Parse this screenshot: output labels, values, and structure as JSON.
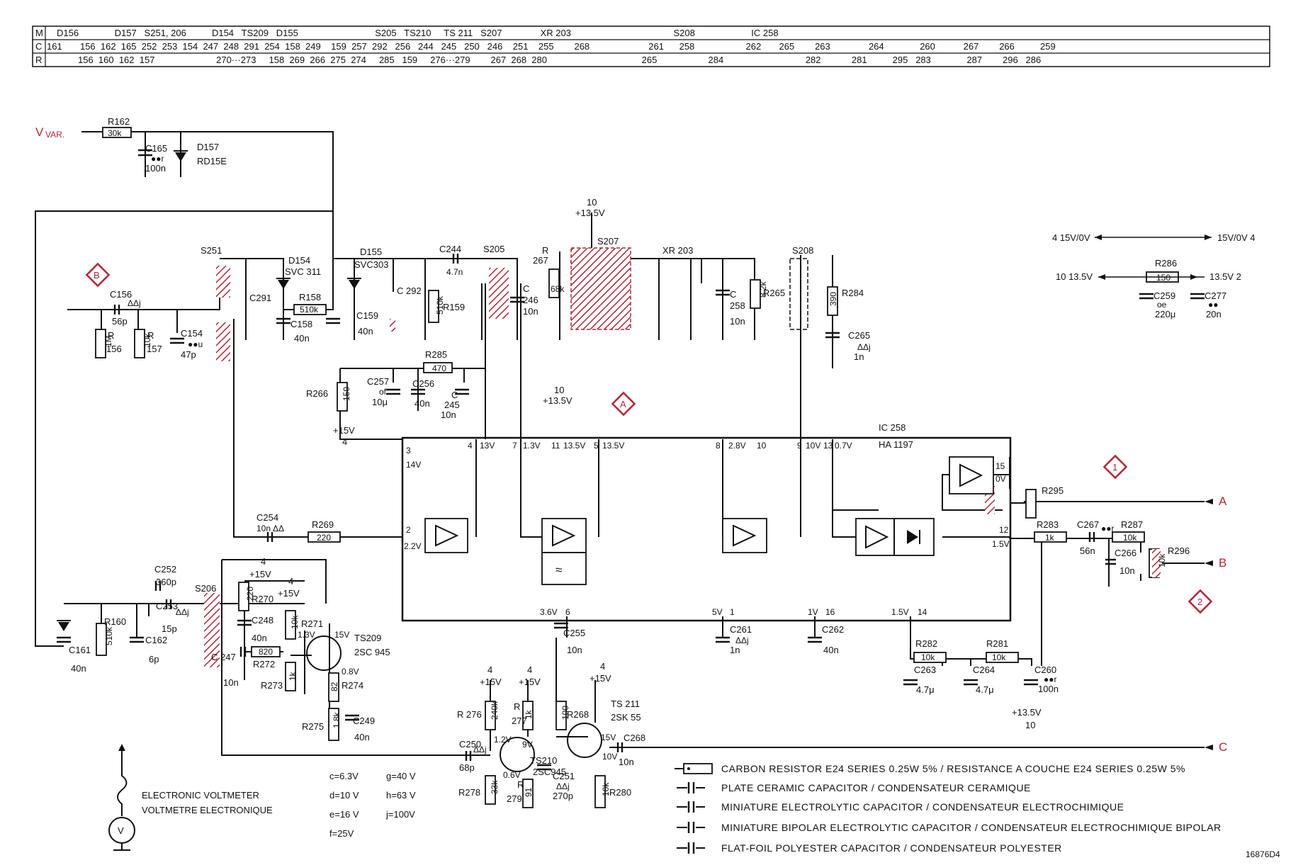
{
  "index_table": {
    "rows": [
      {
        "key": "M",
        "text": "D156              D157   S251, 206          D154   TS209   D155                              S205   TS210     TS 211   S207               XR 203                                        S208                      IC 258"
      },
      {
        "key": "C",
        "text": "161       156  162  165  252  253  154  247  248  291  254  158  249    159  257  292   256   244   245   250   246    251    255        268                       261      258                    262       265        263               264              260           267        266          259"
      },
      {
        "key": "R",
        "text": "156  160  162  157                        270···273     158  269  266  275  274     285   159     276···279        267  268  280                                     265                    284                                282            281          295   283              287        296   286"
      }
    ]
  },
  "labels": {
    "vvar": "V",
    "vvar_sub": "VAR.",
    "r162": "R162",
    "r162_val": "30k",
    "c165": "C165",
    "c165_rating": "●●r",
    "c165_val": "100n",
    "d157": "D157",
    "d157_type": "RD15E",
    "s251": "S251",
    "d154": "D154",
    "d154_type": "SVC 311",
    "d155": "D155",
    "d155_type": "SVC303",
    "c244": "C244",
    "c244_val": "4.7n",
    "s205": "S205",
    "r267": "R",
    "r267_num": "267",
    "r267_val": "68k",
    "s207": "S207",
    "supply10_a": "10",
    "supply10_a_v": "+13.5V",
    "xr203": "XR 203",
    "s208": "S208",
    "c156": "C156",
    "c156_rating": "ΔΔj",
    "c156_val": "56p",
    "c291": "C291",
    "r158": "R158",
    "r158_val": "510k",
    "c158": "C158",
    "c158_val": "40n",
    "c159": "C159",
    "c159_val": "40n",
    "c292": "C 292",
    "r159": "R159",
    "r159_val": "510k",
    "c246": "C",
    "c246_num": "246",
    "c246_val": "10n",
    "c258": "C",
    "c258_num": "258",
    "c258_val": "10n",
    "r265": "R265",
    "r265_val": "8.2k",
    "r284": "R284",
    "r284_val": "390",
    "c265": "C265",
    "c265_rating": "ΔΔj",
    "c265_val": "1n",
    "r156": "R",
    "r156_num": "156",
    "r156_val": "1M",
    "r157": "R",
    "r157_num": "157",
    "r157_val": "10k",
    "c154": "C154",
    "c154_rating": "●●u",
    "c154_val": "47p",
    "r285": "R285",
    "r285_val": "470",
    "c257": "C257",
    "c257_rating": "of",
    "c257_val": "10μ",
    "c256": "C256",
    "c256_val": "40n",
    "c245": "C",
    "c245_num": "245",
    "c245_val": "10n",
    "r266": "R266",
    "r266_val": "150",
    "r266_supply": "+15V",
    "r266_supply_n": "4",
    "supply10_b": "10",
    "supply10_b_v": "+13.5V",
    "ic258": "IC 258",
    "ic258_type": "HA 1197",
    "pin3": "3",
    "pin3_v": "14V",
    "pin4": "4",
    "pin4_v": "13V",
    "pin7": "7",
    "pin7_v": "1.3V",
    "pin11": "11",
    "pin11_v": "13.5V",
    "pin5": "5",
    "pin5_v": "13.5V",
    "pin8": "8",
    "pin8_v": "2.8V",
    "pin10": "10",
    "pin9": "9",
    "pin9_v": "10V",
    "pin13": "13",
    "pin13_v": "0.7V",
    "pin15": "15",
    "pin15_v": "0V",
    "pin2": "2",
    "pin2_v": "2.2V",
    "pin12": "12",
    "pin12_v": "1.5V",
    "pin6": "6",
    "pin6_v": "3.6V",
    "pin1": "1",
    "pin1_v": "5V",
    "pin16": "16",
    "pin16_v": "1V",
    "pin14": "14",
    "pin14_v": "1.5V",
    "c254": "C254",
    "c254_val": "10n",
    "c254_rating": "ΔΔ",
    "r269": "R269",
    "r269_val": "220",
    "r295": "R295",
    "out_a": "A",
    "out_b": "B",
    "out_c": "C",
    "r283": "R283",
    "r283_val": "1k",
    "c267": "C267",
    "c267_rating": "●●r",
    "c267_val": "56n",
    "r287": "R287",
    "r287_val": "10k",
    "c266": "C266",
    "c266_val": "10n",
    "r296": "R296",
    "r296_val": "10k",
    "c252": "C252",
    "c252_val": "360p",
    "c253": "C253",
    "c253_rating": "ΔΔj",
    "c253_val": "15p",
    "s206": "S206",
    "r160": "R160",
    "r160_val": "510k",
    "c161": "C161",
    "c161_val": "40n",
    "c162": "C162",
    "c162_val": "6p",
    "sup4_a": "4",
    "sup4_a_v": "+15V",
    "r270": "R270",
    "r270_val": "220",
    "c248": "C248",
    "c248_val": "40n",
    "sup4_b": "4",
    "sup4_b_v": "+15V",
    "r271": "R271",
    "r271_val": "10k",
    "r271_v": "1.3V",
    "ts209": "TS209",
    "ts209_type": "2SC 945",
    "ts209_v": "15V",
    "ts209_ve": "0.8V",
    "r272": "R272",
    "r272_val": "820",
    "c247": "C 247",
    "c247_val": "10n",
    "r273": "R273",
    "r273_val": "1k",
    "r274": "R274",
    "r274_val": "82",
    "r275": "R275",
    "r275_val": "1.8k",
    "c249": "C249",
    "c249_val": "40n",
    "c255": "C255",
    "c255_val": "10n",
    "c261": "C261",
    "c261_rating": "ΔΔj",
    "c261_val": "1n",
    "c262": "C262",
    "c262_val": "40n",
    "r282": "R282",
    "r282_val": "10k",
    "r281": "R281",
    "r281_val": "10k",
    "c263": "C263",
    "c263_val": "4.7μ",
    "c264": "C264",
    "c264_val": "4.7μ",
    "c260": "C260",
    "c260_rating": "●●r",
    "c260_val": "100n",
    "sup_1335": "+13.5V",
    "sup_1335_n": "10",
    "sup4_c": "4",
    "sup4_c_v": "+15V",
    "sup4_d": "4",
    "sup4_d_v": "+15V",
    "sup4_e": "4",
    "sup4_e_v": "+15V",
    "r276": "R 276",
    "r276_val": "240k",
    "r277": "R",
    "r277_num": "277",
    "r277_val": "1k",
    "r268": "R268",
    "r268_val": "100",
    "ts210": "TS210",
    "ts210_type": "2SC945",
    "ts210_v1": "1.2V",
    "ts210_v2": "9V",
    "ts210_v3": "0.6V",
    "ts211": "TS 211",
    "ts211_type": "2SK 55",
    "ts211_v": "15V",
    "ts211_vs": "10V",
    "c268": "C268",
    "c268_val": "10n",
    "c250": "C250",
    "c250_rating": "ΔΔj",
    "c250_val": "68p",
    "c251": "C251",
    "c251_rating": "ΔΔj",
    "c251_val": "270p",
    "r278": "R278",
    "r278_val": "33k",
    "r279": "R",
    "r279_num": "279",
    "r279_val": "91",
    "r280": "R280",
    "r280_val": "10k",
    "pwr1": "4  15V/0V",
    "pwr2": "15V/0V  4",
    "pwr3": "10  13.5V",
    "r286": "R286",
    "r286_val": "150",
    "pwr4": "13.5V  2",
    "c259": "C259",
    "c259_rating": "oe",
    "c259_val": "220μ",
    "c277": "C277",
    "c277_rating": "●●",
    "c277_val": "20n",
    "diamond_b": "B",
    "diamond_a": "A",
    "diamond_1": "1",
    "diamond_2": "2",
    "doc_no": "16876D4"
  },
  "voltage_ratings": [
    "c=6.3V",
    "g=40 V",
    "d=10 V",
    "h=63 V",
    "e=16 V",
    "j=100V",
    "f=25V"
  ],
  "voltmeter": {
    "line1": "ELECTRONIC  VOLTMETER",
    "line2": "VOLTMETRE  ELECTRONIQUE",
    "symbol": "V"
  },
  "legend": [
    "CARBON  RESISTOR  E24  SERIES  0.25W  5%  /  RESISTANCE  A  COUCHE  E24  SERIES  0.25W  5%",
    "PLATE  CERAMIC  CAPACITOR  /  CONDENSATEUR  CERAMIQUE",
    "MINIATURE  ELECTROLYTIC  CAPACITOR  /  CONDENSATEUR  ELECTROCHIMIQUE",
    "MINIATURE  BIPOLAR  ELECTROLYTIC  CAPACITOR  /  CONDENSATEUR  ELECTROCHIMIQUE  BIPOLAR",
    "FLAT-FOIL  POLYESTER  CAPACITOR  /  CONDENSATEUR  POLYESTER"
  ]
}
